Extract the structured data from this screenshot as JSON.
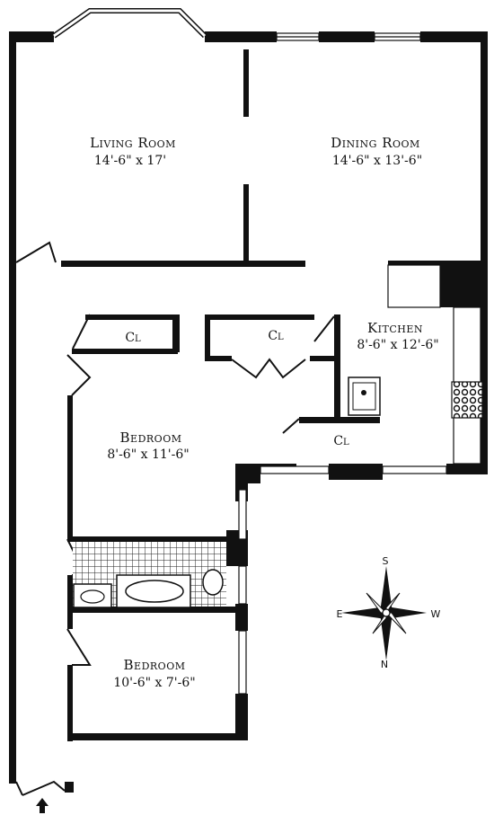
{
  "rooms": {
    "living_room": {
      "name": "Living Room",
      "dims": "14'-6\" x 17'"
    },
    "dining_room": {
      "name": "Dining Room",
      "dims": "14'-6\" x 13'-6\""
    },
    "kitchen": {
      "name": "Kitchen",
      "dims": "8'-6\" x 12'-6\""
    },
    "bedroom_1": {
      "name": "Bedroom",
      "dims": "8'-6\" x 11'-6\""
    },
    "bedroom_2": {
      "name": "Bedroom",
      "dims": "10'-6\" x 7'-6\""
    }
  },
  "closets": {
    "closet_1": "Cl",
    "closet_2": "Cl",
    "closet_3": "Cl"
  },
  "compass": {
    "north": "N",
    "south": "S",
    "east": "E",
    "west": "W"
  },
  "colors": {
    "wall": "#111111",
    "background": "#ffffff"
  }
}
